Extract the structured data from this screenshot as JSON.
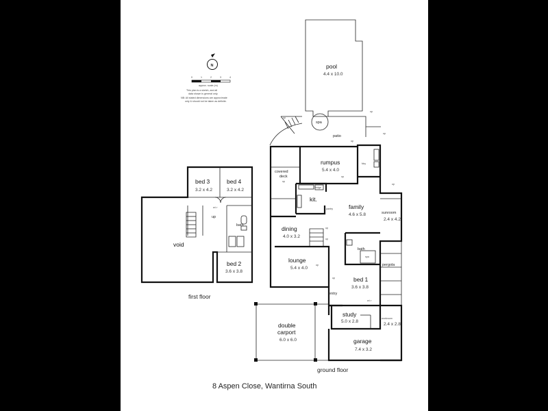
{
  "colors": {
    "background": "#000000",
    "sheet": "#ffffff",
    "lines": "#111111"
  },
  "legend": {
    "north_label": "N",
    "scale_ticks": [
      "0",
      "1",
      "2",
      "3",
      "4"
    ],
    "scale_caption": "approx. scale (m)",
    "disclaimer": [
      "This plan is a sketch, and all",
      "data shown is general only.",
      "NB: All stated dimensions are approximate",
      "only & should not be taken as definite."
    ]
  },
  "first_floor": {
    "label": "first floor",
    "void": "void",
    "bed3": {
      "name": "bed 3",
      "dim": "3.2 x 4.2"
    },
    "bed4": {
      "name": "bed 4",
      "dim": "3.2 x 4.2"
    },
    "bed2": {
      "name": "bed 2",
      "dim": "3.6 x 3.8"
    },
    "bath": "bath",
    "up": "up",
    "wir": "w.i.r"
  },
  "ground_floor": {
    "label": "ground floor",
    "pool": {
      "name": "pool",
      "dim": "4.4 x 10.0"
    },
    "spa": "spa",
    "patio": "patio",
    "rumpus": {
      "name": "rumpus",
      "dim": "5.4 x 4.0"
    },
    "covered_deck": [
      "covered",
      "deck"
    ],
    "fdry": "fdry",
    "kit": "kit.",
    "family": {
      "name": "family",
      "dim": "4.6 x 5.8"
    },
    "sunroom": {
      "name": "sunroom",
      "dim": "2.4 x 4.2"
    },
    "dining": {
      "name": "dining",
      "dim": "4.0 x 3.2"
    },
    "lounge": {
      "name": "lounge",
      "dim": "5.4 x 4.0"
    },
    "bath": "bath",
    "pergola": "pergola",
    "bed1": {
      "name": "bed 1",
      "dim": "3.6 x 3.8"
    },
    "entry": "entry",
    "wir": "w.i.r",
    "study": {
      "name": "study",
      "dim": "5.0 x 2.8"
    },
    "workroom": {
      "name": "workroom",
      "dim": "2.4 x 2.8"
    },
    "carport": {
      "name": [
        "double",
        "carport"
      ],
      "dim": "6.0 x 6.0"
    },
    "garage": {
      "name": "garage",
      "dim": "7.4 x 3.2"
    },
    "up": "up",
    "fridge": "fridge",
    "pantry": "pantry",
    "spa_bath": "spa"
  },
  "address": "8 Aspen Close, Wantirna South"
}
